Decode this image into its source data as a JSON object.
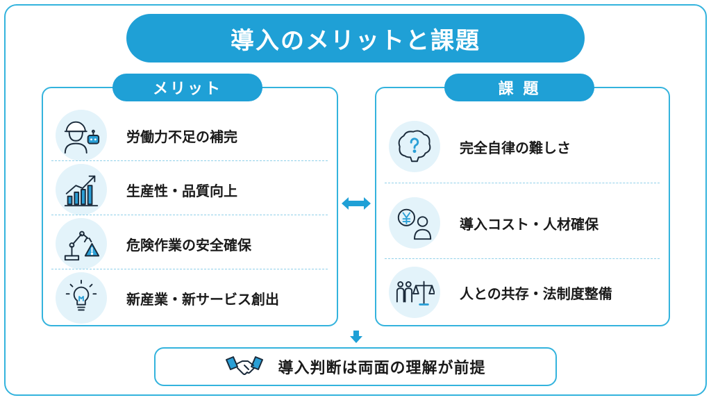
{
  "title": "導入のメリットと課題",
  "merits": {
    "header": "メリット",
    "items": [
      {
        "label": "労働力不足の補完",
        "icon": "worker-robot-icon"
      },
      {
        "label": "生産性・品質向上",
        "icon": "growth-chart-icon"
      },
      {
        "label": "危険作業の安全確保",
        "icon": "robot-arm-warning-icon"
      },
      {
        "label": "新産業・新サービス創出",
        "icon": "lightbulb-icon"
      }
    ]
  },
  "challenges": {
    "header": "課 題",
    "items": [
      {
        "label": "完全自律の難しさ",
        "icon": "brain-question-icon"
      },
      {
        "label": "導入コスト・人材確保",
        "icon": "yen-person-icon"
      },
      {
        "label": "人との共存・法制度整備",
        "icon": "people-scale-icon"
      }
    ]
  },
  "conclusion": {
    "label": "導入判断は両面の理解が前提",
    "icon": "handshake-icon"
  },
  "colors": {
    "accent": "#1fa0d6",
    "border": "#33b3dd",
    "icon_bg": "#e3f3fa",
    "icon_stroke": "#1a2a3a",
    "icon_fill": "#2a9fd6"
  }
}
